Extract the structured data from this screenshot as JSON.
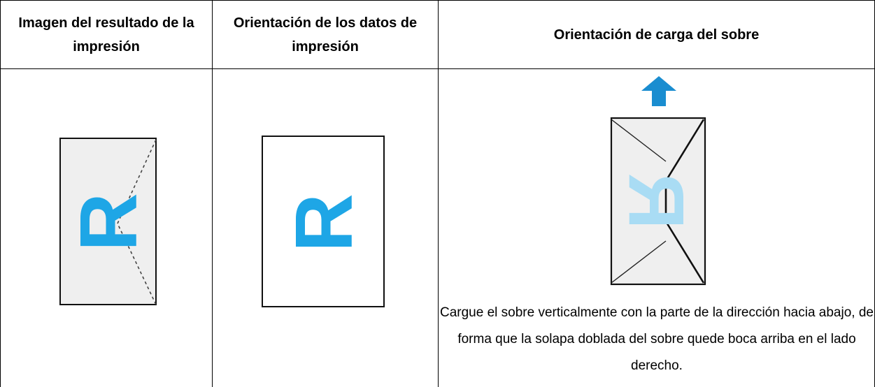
{
  "table": {
    "headers": [
      "Imagen del resultado de la impresión",
      "Orientación de los datos de impresión",
      "Orientación de carga del sobre"
    ]
  },
  "illustrations": {
    "print_result": {
      "letter": "R"
    },
    "print_data": {
      "letter": "R"
    },
    "envelope_loading": {
      "letter": "R",
      "arrow": "up-arrow"
    }
  },
  "caption": "Cargue el sobre verticalmente con la parte de la dirección hacia abajo, de forma que la solapa doblada del sobre quede boca arriba en el lado derecho.",
  "colors": {
    "letter": "#1ea6e6",
    "letter_faded": "#a9dcf4",
    "arrow": "#1a8dd0",
    "envelope_fill": "#efefef"
  }
}
